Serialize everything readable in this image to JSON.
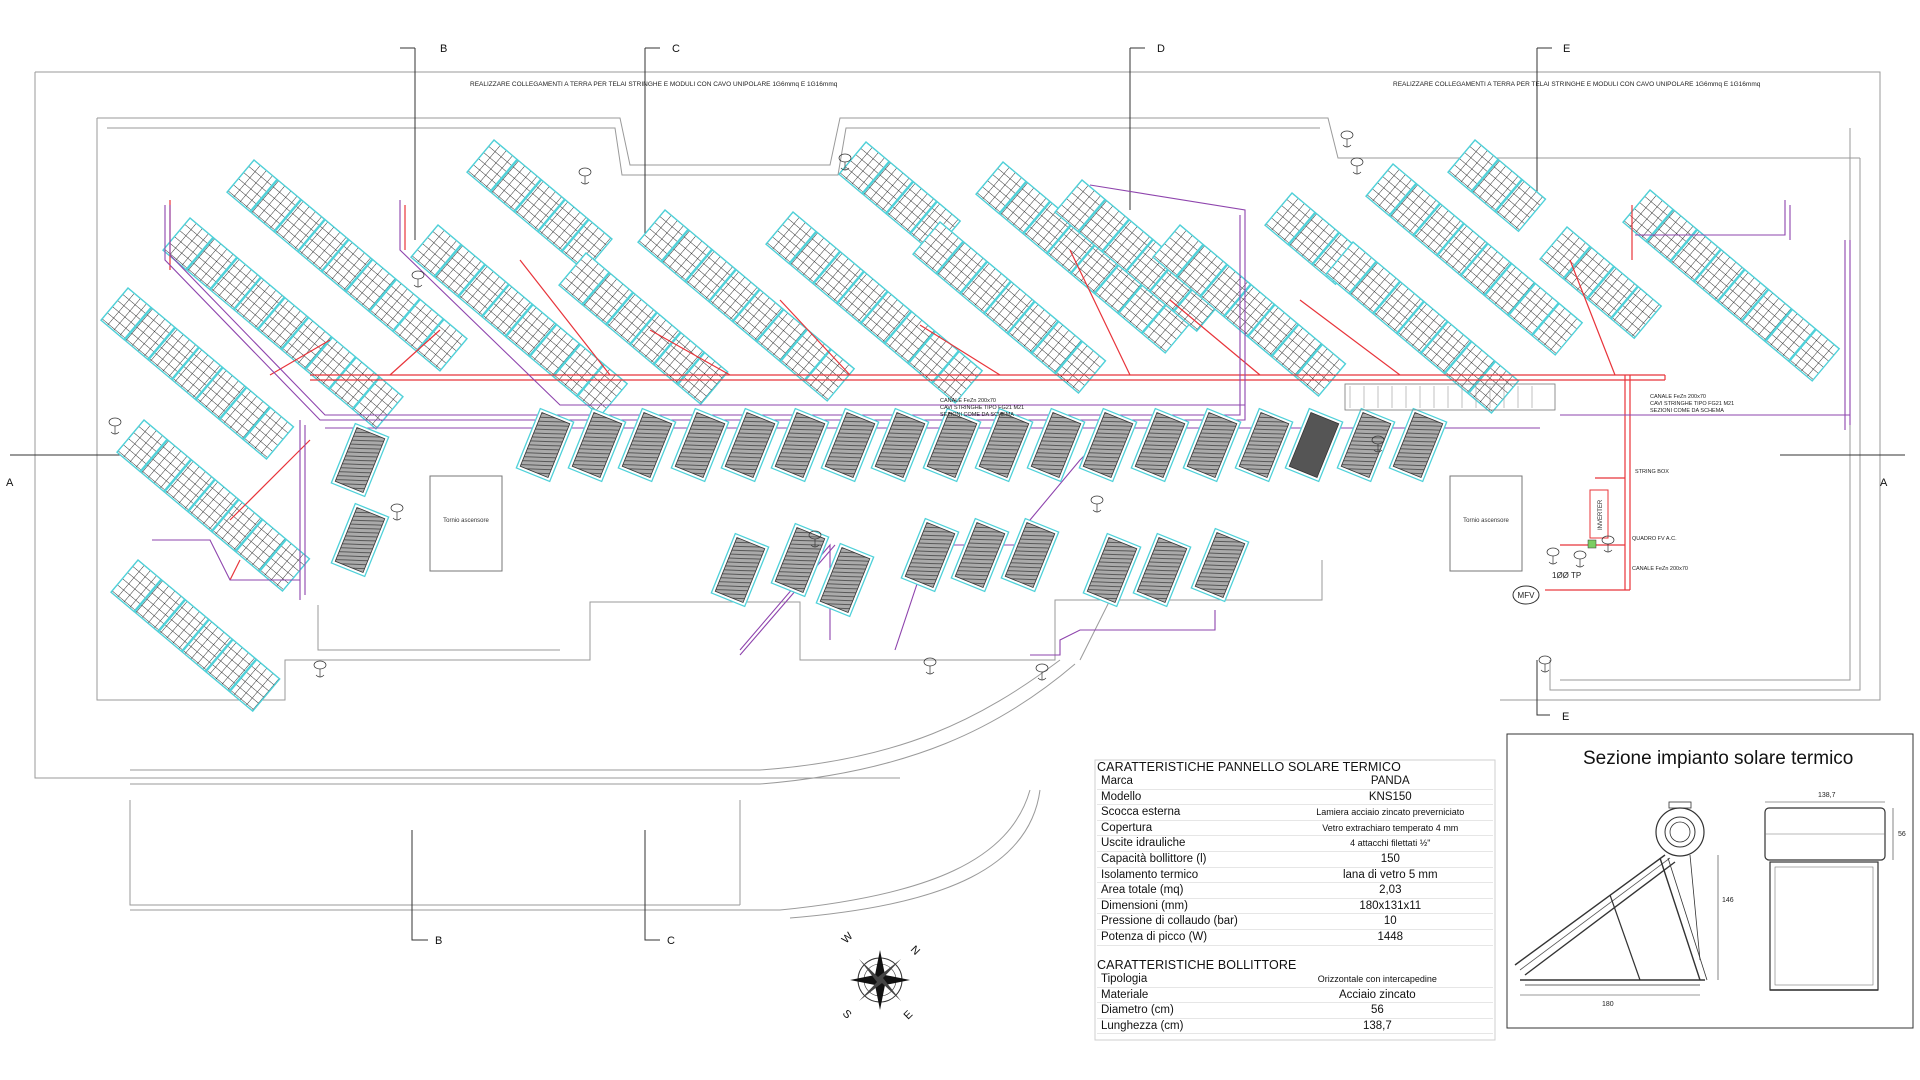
{
  "note_ground": "REALIZZARE COLLEGAMENTI A TERRA PER TELAI STRINGHE E MODULI CON CAVO UNIPOLARE 1G6mmq  E 1G16mmq",
  "section_markers": {
    "top": [
      "B",
      "C",
      "D",
      "E"
    ],
    "bottom": [
      "B",
      "C",
      "E"
    ],
    "side": "A"
  },
  "labels": {
    "vano_left": "Tornio ascensore",
    "vano_right": "Tornio ascensore",
    "canale_1": "CANALE FeZn 200x70",
    "canale_2": "CAVI STRINGHE TIPO FG21 M21",
    "canale_3": "SEZIONI COME DA SCHEMA",
    "string_box": "STRING BOX",
    "inverter": "INVERTER",
    "quadro": "QUADRO FV A.C.",
    "canale_small": "CANALE FeZn 200x70",
    "mfv": "MFV",
    "tp": "1ØØ TP"
  },
  "compass": [
    "W",
    "N",
    "S",
    "E"
  ],
  "table_panel": {
    "title": "CARATTERISTICHE PANNELLO SOLARE TERMICO",
    "rows": [
      {
        "k": "Marca",
        "v": "PANDA"
      },
      {
        "k": "Modello",
        "v": "KNS150"
      },
      {
        "k": "Scocca esterna",
        "v": "Lamiera acciaio zincato preverniciato"
      },
      {
        "k": "Copertura",
        "v": "Vetro extrachiaro temperato 4 mm"
      },
      {
        "k": "Uscite idrauliche",
        "v": "4 attacchi filettati ½\""
      },
      {
        "k": "Capacità bollittore (l)",
        "v": "150"
      },
      {
        "k": "Isolamento termico",
        "v": "lana di vetro 5 mm"
      },
      {
        "k": "Area totale (mq)",
        "v": "2,03"
      },
      {
        "k": "Dimensioni (mm)",
        "v": "180x131x11"
      },
      {
        "k": "Pressione di collaudo (bar)",
        "v": "10"
      },
      {
        "k": "Potenza di picco (W)",
        "v": "1448"
      }
    ]
  },
  "table_boiler": {
    "title": "CARATTERISTICHE BOLLITTORE",
    "rows": [
      {
        "k": "Tipologia",
        "v": "Orizzontale con intercapedine"
      },
      {
        "k": "Materiale",
        "v": "Acciaio zincato"
      },
      {
        "k": "Diametro (cm)",
        "v": "56"
      },
      {
        "k": "Lunghezza (cm)",
        "v": "138,7"
      }
    ]
  },
  "section": {
    "title": "Sezione impianto solare termico",
    "dim_146": "146",
    "dim_180": "180",
    "dim_1387": "138,7",
    "dim_56": "56"
  },
  "colors": {
    "panel_frame": "#4fd1d9",
    "panel_grid": "#333333",
    "red_cable": "#e8343a",
    "purple_cable": "#8e44ad",
    "outline": "#9a9a9a"
  }
}
